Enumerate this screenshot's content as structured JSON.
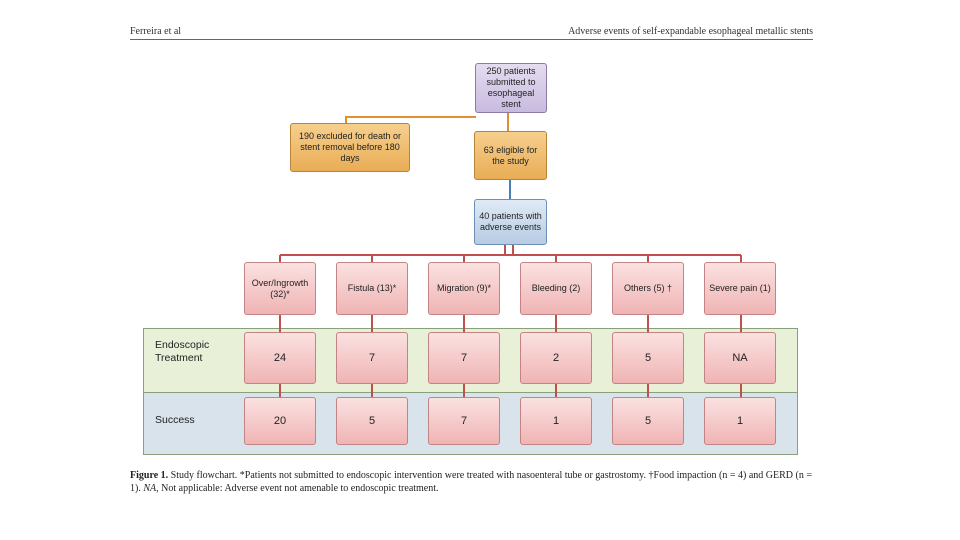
{
  "header": {
    "left": "Ferreira et al",
    "right": "Adverse events of self-expandable esophageal metallic stents"
  },
  "nodes": {
    "submitted": "250 patients submitted to esophageal stent",
    "excluded": "190 excluded for death or stent removal before 180 days",
    "eligible": "63 eligible for the study",
    "adverse": "40 patients with adverse events"
  },
  "events": [
    {
      "label": "Over/Ingrowth (32)*",
      "treatment": "24",
      "success": "20"
    },
    {
      "label": "Fistula (13)*",
      "treatment": "7",
      "success": "5"
    },
    {
      "label": "Migration (9)*",
      "treatment": "7",
      "success": "7"
    },
    {
      "label": "Bleeding (2)",
      "treatment": "2",
      "success": "1"
    },
    {
      "label": "Others (5) †",
      "treatment": "5",
      "success": "5"
    },
    {
      "label": "Severe pain (1)",
      "treatment": "NA",
      "success": "1"
    }
  ],
  "rows": {
    "treatment_label": "Endoscopic Treatment",
    "success_label": "Success"
  },
  "caption": {
    "figure_label": "Figure 1.",
    "text": " Study flowchart. *Patients not submitted to endoscopic intervention were treated with nasoenteral tube or gastrostomy. †Food impaction (n = 4) and GERD (n = 1). ",
    "na_abbrev": "NA,",
    "na_text": " Not applicable: Adverse event not amenable to endoscopic treatment."
  },
  "colors": {
    "purple": "#c9bbdf",
    "orange": "#e9ad55",
    "blue": "#b7cbe3",
    "pink": "#f0b4b4",
    "connector_red": "#c0504d",
    "connector_orange": "#e0902e",
    "connector_blue": "#4a7fb5"
  }
}
